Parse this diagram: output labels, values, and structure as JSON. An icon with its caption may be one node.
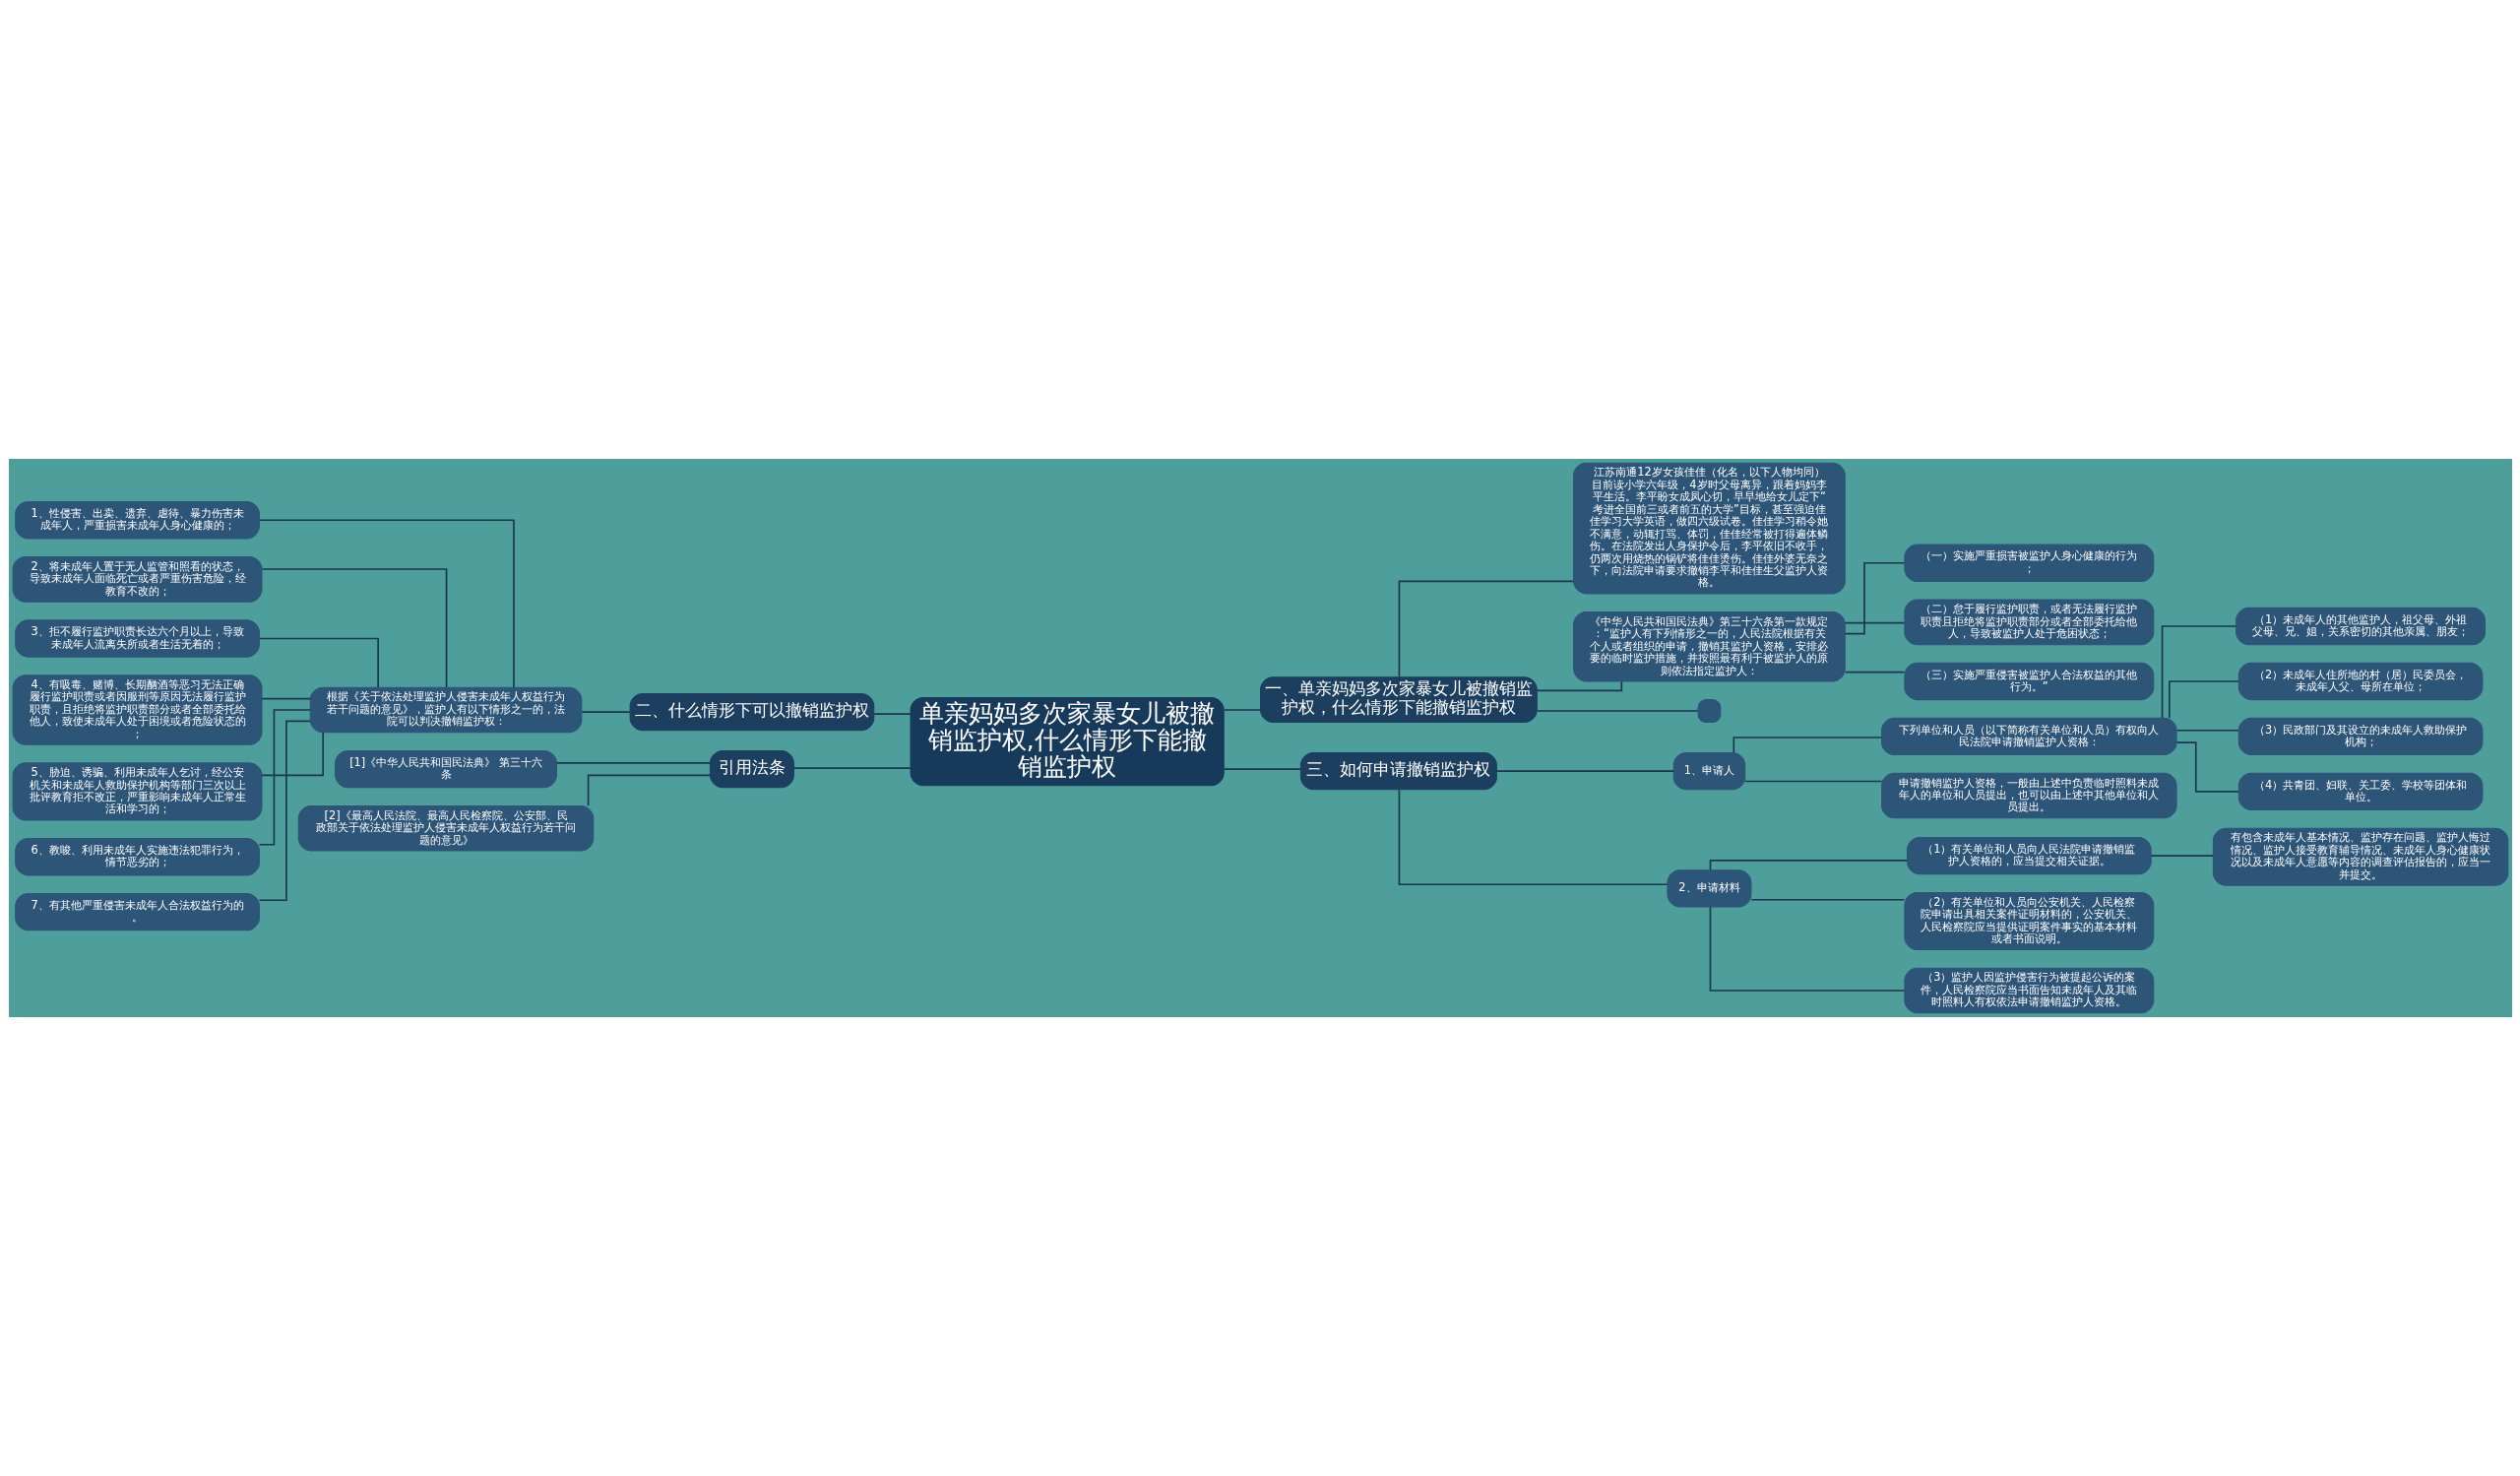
{
  "diagram": {
    "nodes": [
      {
        "text": [
          "单亲妈妈多次家暴女儿被撤销监护权,什么情形下能撤销监护权"
        ]
      },
      {
        "text": [
          "一、单亲妈妈多次家暴女儿被撤销监护权，什么情形下能撤销监护权"
        ]
      },
      {
        "text": [
          "江苏南通12岁女孩佳佳（化名，以下人物均同）目前读小学六年级，4岁时父母离异，跟着妈妈李平生活。李平盼女成凤心切，早早地给女儿定下“考进全国前三或者前五的大学”目标，甚至强迫佳佳学习大学英语，做四六级试卷。佳佳学习稍令她不满意，动辄打骂、体罚，佳佳经常被打得遍体鳞伤。在法院发出人身保护令后，李平依旧不收手，仍两次用烧热的锅铲将佳佳烫伤。佳佳外婆无奈之下，向法院申请要求撤销李平和佳佳生父监护人资格。"
        ]
      },
      {
        "text": [
          "《中华人民共和国民法典》第三十六条第一款规定：“监护人有下列情形之一的，人民法院根据有关个人或者组织的申请，撤销其监护人资格，安排必要的临时监护措施，并按照最有利于被监护人的原则依法指定监护人："
        ]
      },
      {
        "text": [
          "（一）实施严重损害被监护人身心健康的行为；"
        ]
      },
      {
        "text": [
          "（二）怠于履行监护职责，或者无法履行监护职责且拒绝将监护职责部分或者全部委托给他人，导致被监护人处于危困状态；"
        ]
      },
      {
        "text": [
          "（三）实施严重侵害被监护人合法权益的其他行为。”"
        ]
      },
      {
        "text": [],
        "shape": "box"
      },
      {
        "text": [
          "二、什么情形下可以撤销监护权"
        ]
      },
      {
        "text": [
          "根据《关于依法处理监护人侵害未成年人权益行为若干问题的意见》，监护人有以下情形之一的，法院可以判决撤销监护权："
        ]
      },
      {
        "text": [
          "1、性侵害、出卖、遗弃、虐待、暴力伤害未成年人，严重损害未成年人身心健康的；"
        ]
      },
      {
        "text": [
          "2、将未成年人置于无人监管和照看的状态，导致未成年人面临死亡或者严重伤害危险，经教育不改的；"
        ]
      },
      {
        "text": [
          "3、拒不履行监护职责长达六个月以上，导致未成年人流离失所或者生活无着的；"
        ]
      },
      {
        "text": [
          "4、有吸毒、赌博、长期酗酒等恶习无法正确履行监护职责或者因服刑等原因无法履行监护职责，且拒绝将监护职责部分或者全部委托给他人，致使未成年人处于困境或者危险状态的；"
        ]
      },
      {
        "text": [
          "5、胁迫、诱骗、利用未成年人乞讨，经公安机关和未成年人救助保护机构等部门三次以上批评教育拒不改正，严重影响未成年人正常生活和学习的；"
        ]
      },
      {
        "text": [
          "6、教唆、利用未成年人实施违法犯罪行为，情节恶劣的；"
        ]
      },
      {
        "text": [
          "7、有其他严重侵害未成年人合法权益行为的。"
        ]
      },
      {
        "text": [
          "三、如何申请撤销监护权"
        ]
      },
      {
        "text": [
          "1、申请人"
        ]
      },
      {
        "text": [
          "下列单位和人员（以下简称有关单位和人员）有权向人民法院申请撤销监护人资格："
        ]
      },
      {
        "text": [
          "（1）未成年人的其他监护人，祖父母、外祖父母、兄、姐，关系密切的其他亲属、朋友；"
        ]
      },
      {
        "text": [
          "（2）未成年人住所地的村（居）民委员会，未成年人父、母所在单位；"
        ]
      },
      {
        "text": [
          "（3）民政部门及其设立的未成年人救助保护机构；"
        ]
      },
      {
        "text": [
          "（4）共青团、妇联、关工委、学校等团体和单位。"
        ]
      },
      {
        "text": [
          "申请撤销监护人资格，一般由上述中负责临时照料未成年人的单位和人员提出，也可以由上述中其他单位和人员提出。"
        ]
      },
      {
        "text": [
          "2、申请材料"
        ]
      },
      {
        "text": [
          "（1）有关单位和人员向人民法院申请撤销监护人资格的，应当提交相关证据。"
        ]
      },
      {
        "text": [
          "有包含未成年人基本情况、监护存在问题、监护人悔过情况、监护人接受教育辅导情况、未成年人身心健康状况以及未成年人意愿等内容的调查评估报告的，应当一并提交。"
        ]
      },
      {
        "text": [
          "（2）有关单位和人员向公安机关、人民检察院申请出具相关案件证明材料的，公安机关、人民检察院应当提供证明案件事实的基本材料或者书面说明。"
        ]
      },
      {
        "text": [
          "（3）监护人因监护侵害行为被提起公诉的案件，人民检察院应当书面告知未成年人及其临时照料人有权依法申请撤销监护人资格。"
        ]
      },
      {
        "text": [
          "引用法条"
        ]
      },
      {
        "text": [
          "[1]《中华人民共和国民法典》 第三十六条"
        ]
      },
      {
        "text": [
          "[2]《最高人民法院、最高人民检察院、公安部、民政部关于依法处理监护人侵害未成年人权益行为若干问题的意见》"
        ]
      }
    ],
    "edges": [
      {
        "from": 0,
        "to": 1,
        "arrow": "none"
      },
      {
        "from": 1,
        "to": 2,
        "arrow": "none"
      },
      {
        "from": 1,
        "to": 3,
        "arrow": "none"
      },
      {
        "from": 3,
        "to": 4,
        "arrow": "none"
      },
      {
        "from": 3,
        "to": 5,
        "arrow": "none"
      },
      {
        "from": 3,
        "to": 6,
        "arrow": "none"
      },
      {
        "from": 1,
        "to": 7,
        "arrow": "none"
      },
      {
        "from": 0,
        "to": 8,
        "arrow": "none"
      },
      {
        "from": 8,
        "to": 9,
        "arrow": "none"
      },
      {
        "from": 9,
        "to": 10,
        "arrow": "none"
      },
      {
        "from": 9,
        "to": 11,
        "arrow": "none"
      },
      {
        "from": 9,
        "to": 12,
        "arrow": "none"
      },
      {
        "from": 9,
        "to": 13,
        "arrow": "none"
      },
      {
        "from": 9,
        "to": 14,
        "arrow": "none"
      },
      {
        "from": 9,
        "to": 15,
        "arrow": "none"
      },
      {
        "from": 9,
        "to": 16,
        "arrow": "none"
      },
      {
        "from": 0,
        "to": 17,
        "arrow": "none"
      },
      {
        "from": 17,
        "to": 18,
        "arrow": "none"
      },
      {
        "from": 18,
        "to": 19,
        "arrow": "none"
      },
      {
        "from": 19,
        "to": 20,
        "arrow": "none"
      },
      {
        "from": 19,
        "to": 21,
        "arrow": "none"
      },
      {
        "from": 19,
        "to": 22,
        "arrow": "none"
      },
      {
        "from": 19,
        "to": 23,
        "arrow": "none"
      },
      {
        "from": 18,
        "to": 24,
        "arrow": "none"
      },
      {
        "from": 17,
        "to": 25,
        "arrow": "none"
      },
      {
        "from": 25,
        "to": 26,
        "arrow": "none"
      },
      {
        "from": 26,
        "to": 27,
        "arrow": "none"
      },
      {
        "from": 25,
        "to": 28,
        "arrow": "none"
      },
      {
        "from": 25,
        "to": 29,
        "arrow": "none"
      },
      {
        "from": 0,
        "to": 30,
        "arrow": "none"
      },
      {
        "from": 30,
        "to": 31,
        "arrow": "none"
      },
      {
        "from": 30,
        "to": 32,
        "arrow": "none"
      }
    ]
  }
}
